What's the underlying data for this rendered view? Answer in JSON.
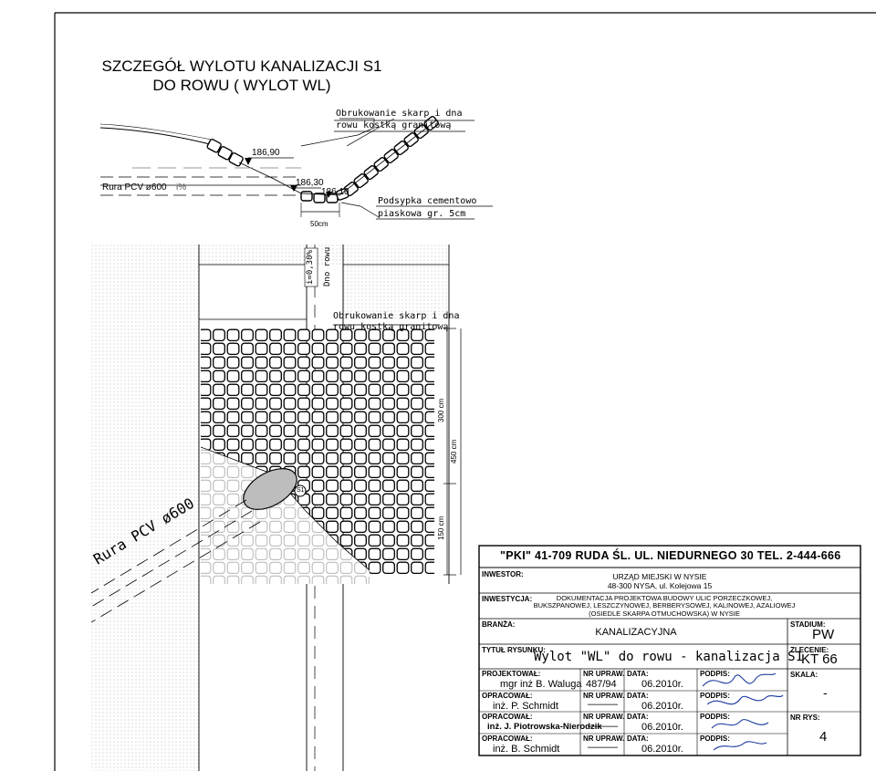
{
  "drawing": {
    "title": "SZCZEGÓŁ WYLOTU KANALIZACJI S1 DO ROWU ( WYLOT WL)",
    "section": {
      "paving_label_1": "Obrukowanie skarp i dna",
      "paving_label_2": "rowu kostką granitową",
      "level_1": "186,90",
      "level_2": "186,30",
      "level_3": "186,10",
      "pipe_label": "Rura PCV ø600",
      "slope_label": "i%",
      "bedding_label_1": "Podsypka cementowo",
      "bedding_label_2": "piaskowa gr. 5cm",
      "dim_50": "50cm"
    },
    "plan": {
      "slope_label": "i=0,30%",
      "ditch_label": "Dno rowu",
      "paving_label_1": "Obrukowanie skarp i dna",
      "paving_label_2": "rowu kostką granitową",
      "dim_300": "300 cm",
      "dim_450": "450 cm",
      "dim_150": "150 cm",
      "pipe_label": "Rura PCV ø600",
      "node": "S1"
    }
  },
  "title_block": {
    "company": "\"PKI\" 41-709 RUDA ŚL. UL. NIEDURNEGO 30 TEL. 2-444-666",
    "investor_label": "INWESTOR:",
    "investor_1": "URZĄD MIEJSKI W NYSIE",
    "investor_2": "48-300 NYSA, ul. Kolejowa 15",
    "investment_label": "INWESTYCJA:",
    "investment_1": "DOKUMENTACJA PROJEKTOWA BUDOWY ULIC PORZECZKOWEJ,",
    "investment_2": "BUKSZPANOWEJ, LESZCZYNOWEJ, BERBERYSOWEJ, KALINOWEJ, AZALIOWEJ",
    "investment_3": "(OSIEDLE SKARPA OTMUCHOWSKA) W NYSIE",
    "branch_label": "BRANŻA:",
    "branch": "KANALIZACYJNA",
    "stage_label": "STADIUM:",
    "stage": "PW",
    "title_label": "TYTUŁ RYSUNKU:",
    "drawing_title": "Wylot \"WL\" do rowu - kanalizacja S1",
    "order_label": "ZLECENIE:",
    "order": "KT 66",
    "rows": [
      {
        "role": "PROJEKTOWAŁ:",
        "name": "mgr inż B. Waluga",
        "lic_label": "NR UPRAW.",
        "lic": "487/94",
        "date_label": "DATA:",
        "date": "06.2010r.",
        "sig_label": "PODPIS:"
      },
      {
        "role": "OPRACOWAŁ:",
        "name": "inż. P. Schmidt",
        "lic_label": "NR UPRAW.",
        "lic": "———",
        "date_label": "DATA:",
        "date": "06.2010r.",
        "sig_label": "PODPIS:"
      },
      {
        "role": "OPRACOWAŁ:",
        "name": "inż. J. Piotrowska-Nierodzik",
        "lic_label": "NR UPRAW.",
        "lic": "———",
        "date_label": "DATA:",
        "date": "06.2010r.",
        "sig_label": "PODPIS:"
      },
      {
        "role": "OPRACOWAŁ:",
        "name": "inż. B. Schmidt",
        "lic_label": "NR UPRAW.",
        "lic": "———",
        "date_label": "DATA:",
        "date": "06.2010r.",
        "sig_label": "PODPIS:"
      }
    ],
    "scale_label": "SKALA:",
    "scale": "-",
    "sheet_label": "NR RYS:",
    "sheet": "4"
  }
}
